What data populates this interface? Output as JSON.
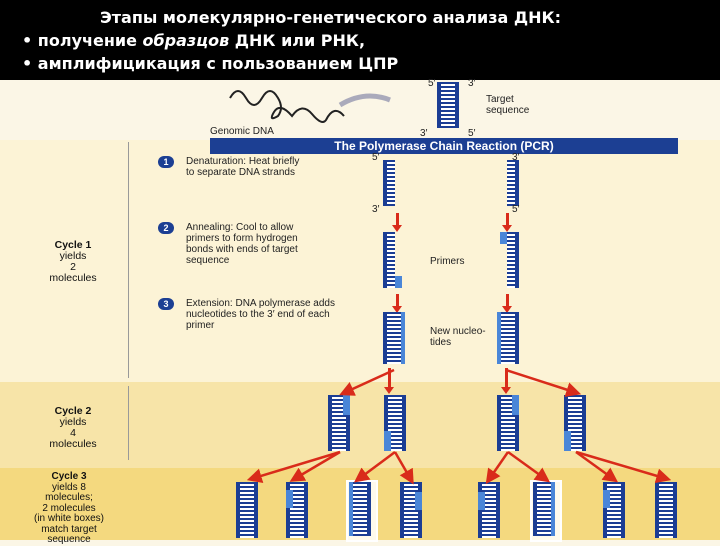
{
  "header": {
    "title": "Этапы молекулярно-генетического анализа ДНК:",
    "bullet1_pre": "• получение ",
    "bullet1_italic": "образцов",
    "bullet1_post": " ДНК или РНК,",
    "bullet2": "• амплифицикация с пользованием ЦПР"
  },
  "figure": {
    "banner": "The Polymerase Chain Reaction (PCR)",
    "genomic_dna": "Genomic DNA",
    "target_sequence": "Target sequence",
    "prime5": "5′",
    "prime3": "3′",
    "steps": [
      {
        "num": "1",
        "label": "Denaturation: Heat briefly to separate DNA strands"
      },
      {
        "num": "2",
        "label": "Annealing: Cool to allow primers to form hydrogen bonds with ends of target sequence"
      },
      {
        "num": "3",
        "label": "Extension: DNA polymerase adds nucleotides to the 3′ end of each primer"
      }
    ],
    "primers": "Primers",
    "new_nucleotides": "New nucleo- tides",
    "cycle1": [
      "Cycle 1",
      "yields",
      "2",
      "molecules"
    ],
    "cycle2": [
      "Cycle 2",
      "yields",
      "4",
      "molecules"
    ],
    "cycle3": [
      "Cycle 3",
      "yields 8",
      "molecules;",
      "2 molecules",
      "(in white boxes)",
      "match target",
      "sequence"
    ]
  }
}
